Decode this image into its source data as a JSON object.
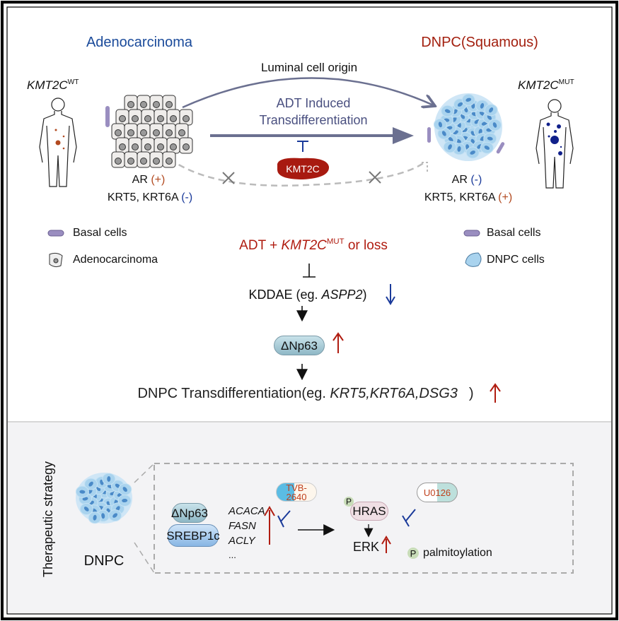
{
  "top": {
    "left_title": "Adenocarcinoma",
    "right_title": "DNPC(Squamous)",
    "luminal_label": "Luminal cell origin",
    "adt_line1": "ADT Induced",
    "adt_line2": "Transdifferentiation",
    "kmt2c_blob": "KMT2C",
    "left_gene": "KMT2C",
    "left_gene_sup": "WT",
    "right_gene": "KMT2C",
    "right_gene_sup": "MUT",
    "left_ar": "AR",
    "left_ar_sign": "(+)",
    "left_krt": "KRT5, KRT6A",
    "left_krt_sign": "(-)",
    "right_ar": "AR",
    "right_ar_sign": "(-)",
    "right_krt": "KRT5, KRT6A",
    "right_krt_sign": "(+)"
  },
  "legend": {
    "left": [
      "Basal cells",
      "Adenocarcinoma"
    ],
    "right": [
      "Basal cells",
      "DNPC cells"
    ]
  },
  "pathway": {
    "adt_prefix": "ADT + ",
    "adt_gene": "KMT2C",
    "adt_sup": "MUT",
    "adt_suffix": " or loss",
    "kddae_prefix": "KDDAE (eg. ",
    "kddae_gene": "ASPP2",
    "kddae_suffix": ")",
    "dnp63": "ΔNp63",
    "final_prefix": "DNPC Transdifferentiation(eg. ",
    "final_genes": "KRT5,KRT6A,DSG3",
    "final_suffix": ")"
  },
  "therapy": {
    "section_label": "Therapeutic strategy",
    "dnpc_label": "DNPC",
    "dnp63": "ΔNp63",
    "srebp": "SREBP1c",
    "genes": [
      "ACACA",
      "FASN",
      "ACLY",
      "..."
    ],
    "drug1": "TVB-2640",
    "drug2": "U0126",
    "p_mark": "P",
    "hras": "HRAS",
    "erk": "ERK",
    "palm": "palmitoylation"
  },
  "colors": {
    "blue_title": "#1a4a9a",
    "red_title": "#a3200f",
    "arrow_gray": "#6b7090",
    "up_red": "#b01c10",
    "down_blue": "#1a3a9a"
  }
}
